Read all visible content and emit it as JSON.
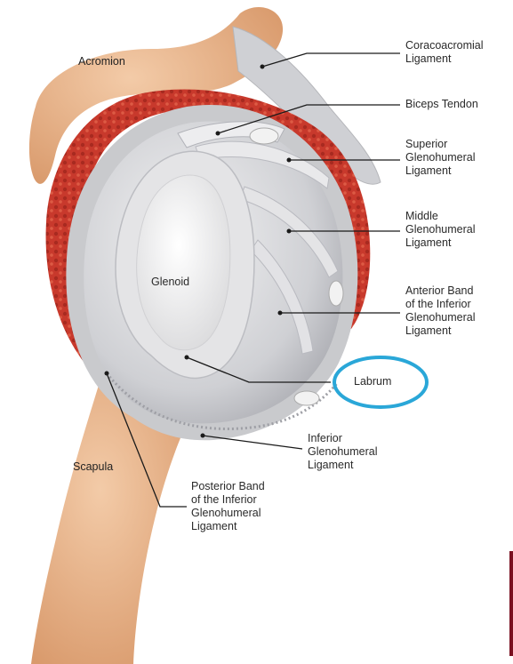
{
  "labels": {
    "acromion": "Acromion",
    "coracoacromial": [
      "Coracoacromial",
      "Ligament"
    ],
    "biceps": "Biceps Tendon",
    "superior": [
      "Superior",
      "Glenohumeral",
      "Ligament"
    ],
    "middle": [
      "Middle",
      "Glenohumeral",
      "Ligament"
    ],
    "anterior": [
      "Anterior Band",
      "of the Inferior",
      "Glenohumeral",
      "Ligament"
    ],
    "glenoid": "Glenoid",
    "labrum": "Labrum",
    "inferior": [
      "Inferior",
      "Glenohumeral",
      "Ligament"
    ],
    "scapula": "Scapula",
    "posterior": [
      "Posterior Band",
      "of the Inferior",
      "Glenohumeral",
      "Ligament"
    ]
  },
  "colors": {
    "bone": "#e8b48c",
    "muscle": "#c43a2e",
    "capsule": "#d7d7da",
    "highlight_circle": "#2aa7d8",
    "leader_line": "#1a1a1a"
  }
}
